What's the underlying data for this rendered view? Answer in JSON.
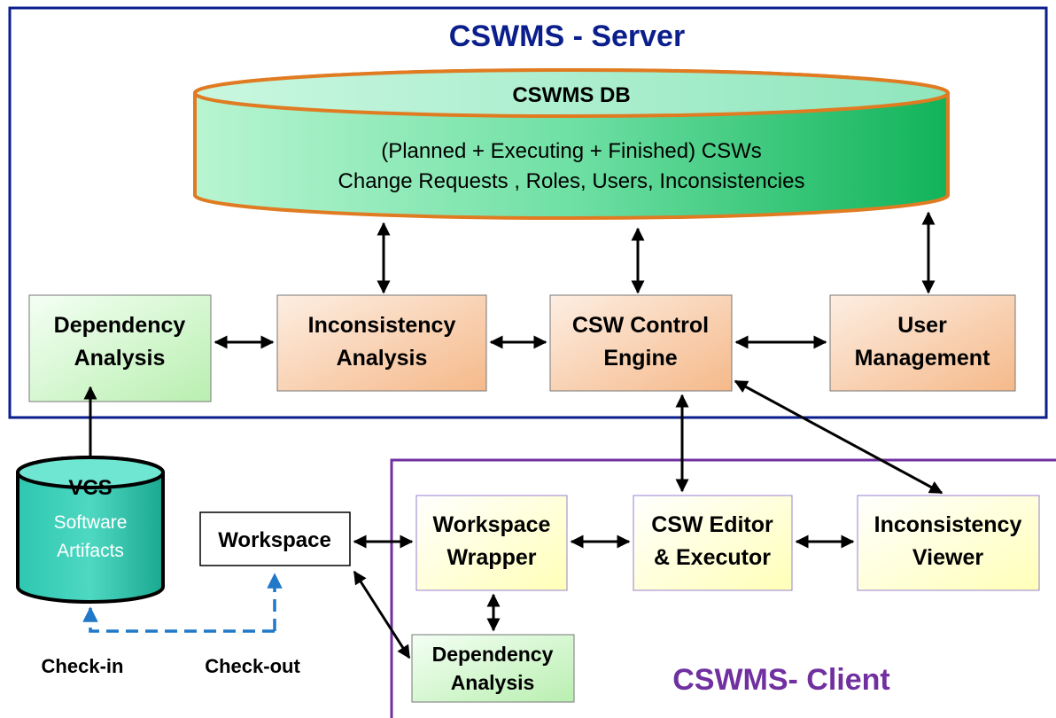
{
  "server": {
    "title": "CSWMS - Server",
    "db": {
      "title": "CSWMS DB",
      "line1": "(Planned +  Executing + Finished) CSWs",
      "line2": "Change Requests , Roles, Users, Inconsistencies"
    },
    "dependency_analysis": [
      "Dependency",
      "Analysis"
    ],
    "inconsistency_analysis": [
      "Inconsistency",
      "Analysis"
    ],
    "control_engine": [
      "CSW Control",
      "Engine"
    ],
    "user_management": [
      "User",
      "Management"
    ]
  },
  "vcs": {
    "title": "VCS",
    "line1": "Software",
    "line2": "Artifacts"
  },
  "workspace": "Workspace",
  "check_in": "Check-in",
  "check_out": "Check-out",
  "client": {
    "title": "CSWMS- Client",
    "workspace_wrapper": [
      "Workspace",
      "Wrapper"
    ],
    "editor_executor": [
      "CSW Editor",
      "& Executor"
    ],
    "inconsistency_viewer": [
      "Inconsistency",
      "Viewer"
    ],
    "dependency_analysis": [
      "Dependency",
      "Analysis"
    ]
  },
  "colors": {
    "server_border": "#0a1e8c",
    "server_title": "#0a1e8c",
    "client_border": "#7030a0",
    "client_title": "#7030a0",
    "db_border": "#e07b22",
    "orange_box_from": "#fde9d9",
    "orange_box_to": "#f6bc8c",
    "green_box_from": "#f2fff2",
    "green_box_to": "#b8f0b0",
    "yellow_box_from": "#ffffff",
    "yellow_box_to": "#ffffc0",
    "check_arrow": "#1f78c8"
  }
}
